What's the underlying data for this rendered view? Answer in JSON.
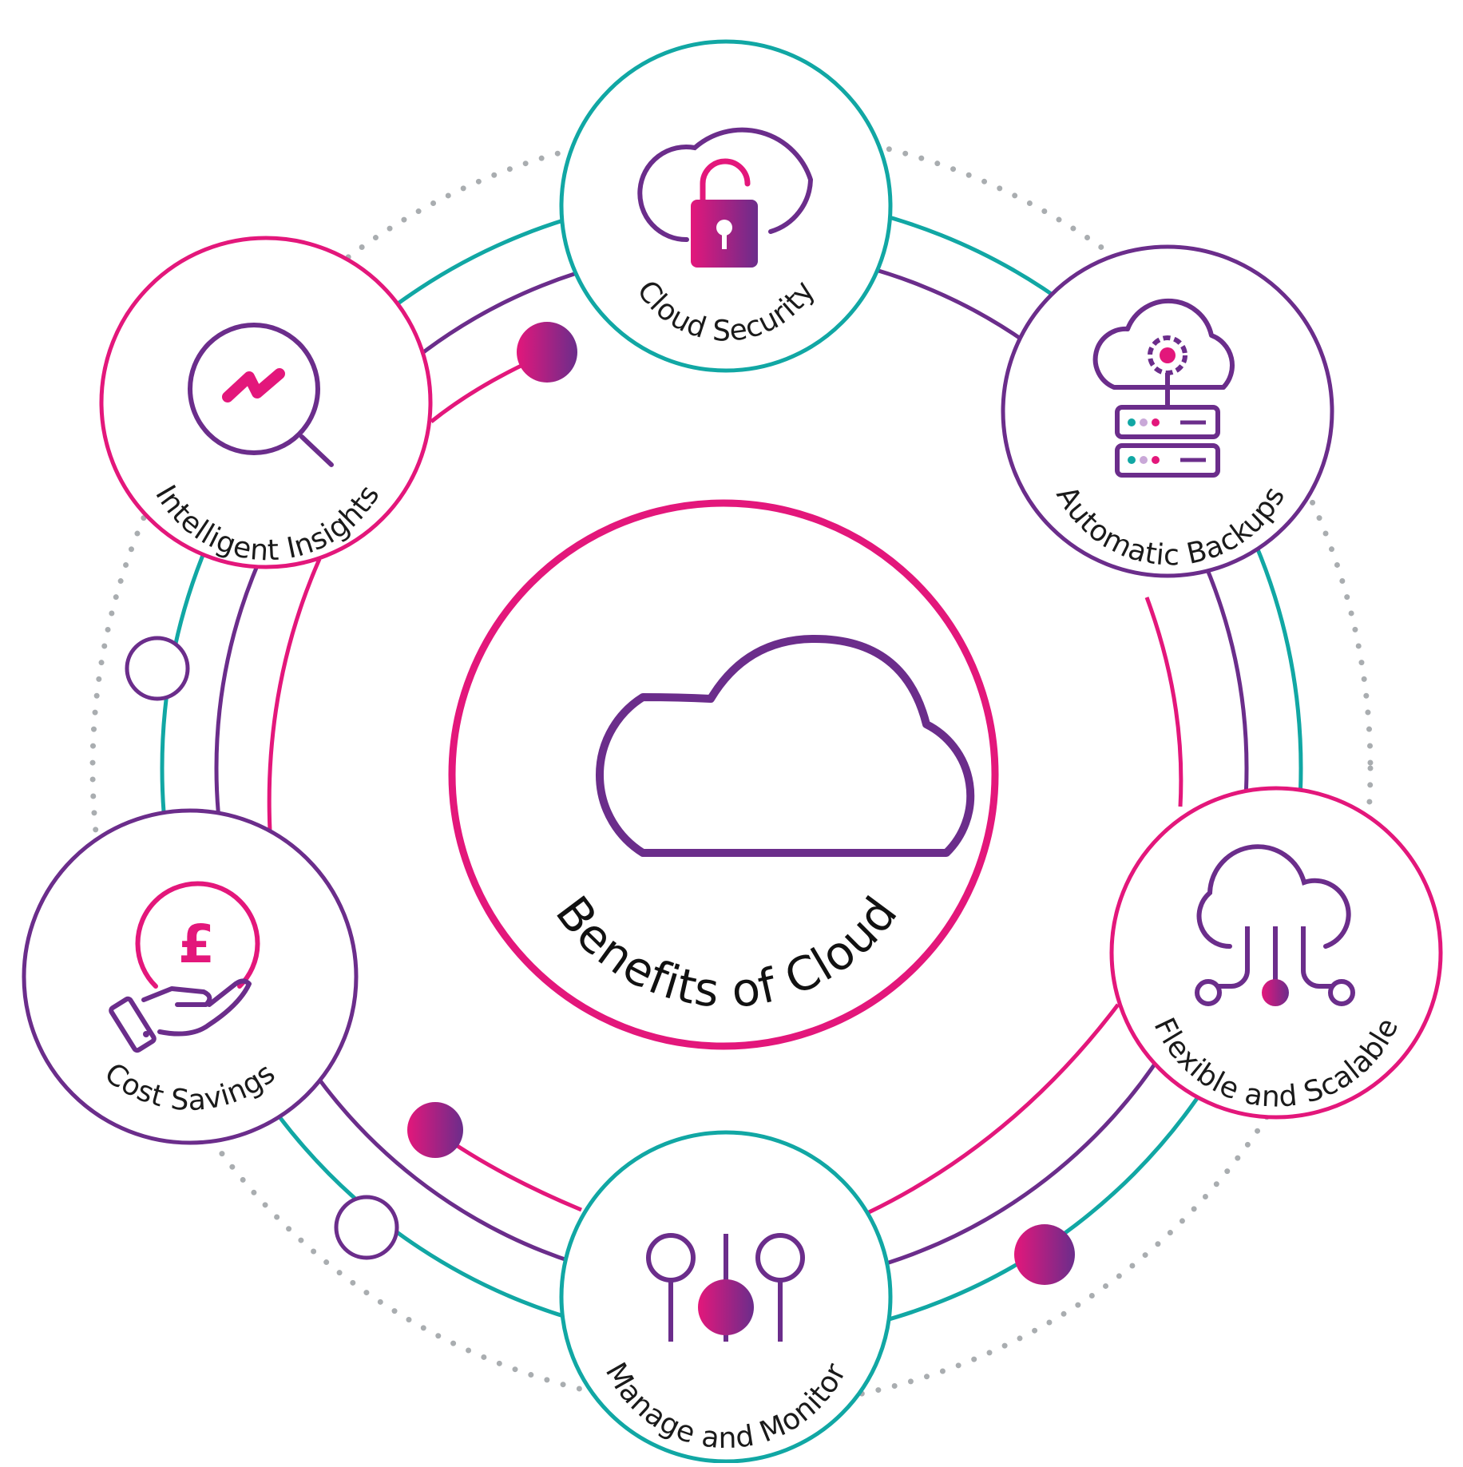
{
  "center": {
    "title": "Benefits of Cloud",
    "icon": "cloud-icon"
  },
  "benefits": [
    {
      "id": "cloud-security",
      "label": "Cloud Security",
      "icon": "cloud-padlock-icon"
    },
    {
      "id": "automatic-backups",
      "label": "Automatic Backups",
      "icon": "cloud-server-gear-icon"
    },
    {
      "id": "flexible-scalable",
      "label": "Flexible and Scalable",
      "icon": "cloud-network-icon"
    },
    {
      "id": "manage-monitor",
      "label": "Manage and Monitor",
      "icon": "sliders-icon"
    },
    {
      "id": "cost-savings",
      "label": "Cost Savings",
      "icon": "pound-hand-icon"
    },
    {
      "id": "intelligent-insights",
      "label": "Intelligent Insights",
      "icon": "magnifier-trend-icon"
    }
  ],
  "colors": {
    "teal": "#11a7a4",
    "purple": "#6b2d8b",
    "magenta": "#e3177b",
    "gray_dots": "#a9adb0",
    "text": "#1a1a1a"
  }
}
